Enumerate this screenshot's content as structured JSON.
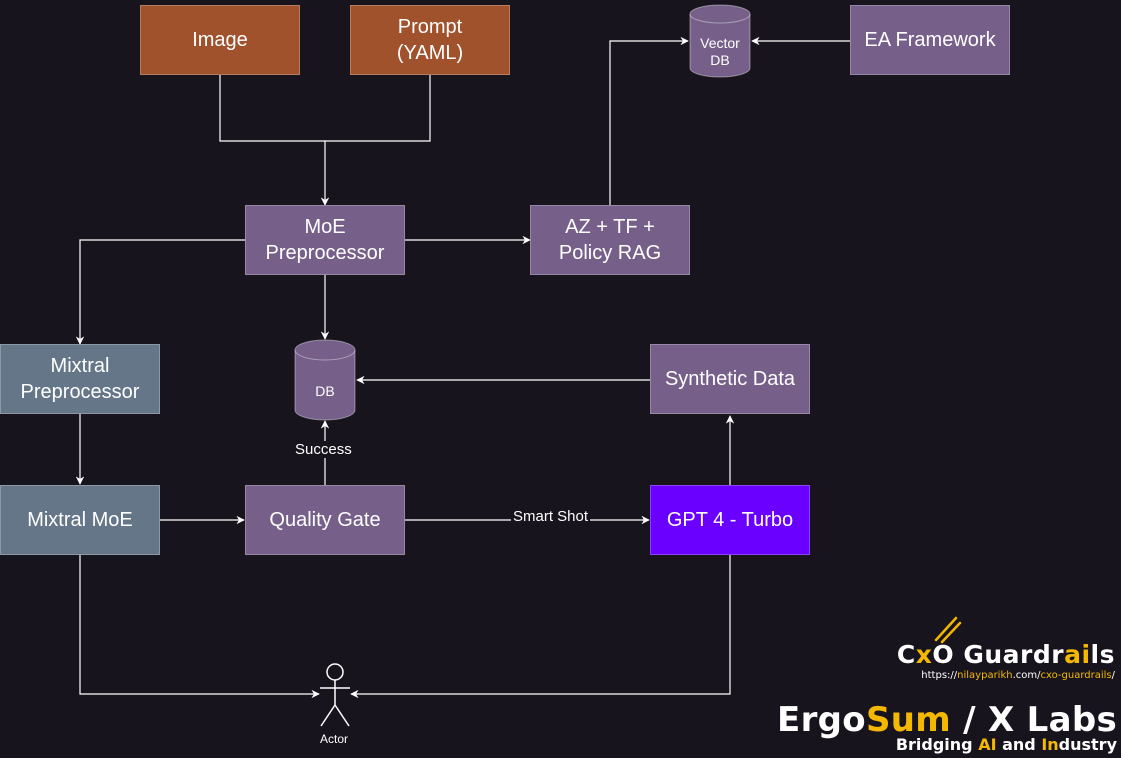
{
  "nodes": {
    "image": {
      "label": "Image"
    },
    "prompt": {
      "label": "Prompt\n(YAML)"
    },
    "ea_framework": {
      "label": "EA Framework"
    },
    "vector_db": {
      "label": "Vector\nDB"
    },
    "moe_preprocessor": {
      "label": "MoE\nPreprocessor"
    },
    "az_tf_policy": {
      "label": "AZ + TF +\nPolicy RAG"
    },
    "mixtral_preprocessor": {
      "label": "Mixtral\nPreprocessor"
    },
    "db": {
      "label": "DB"
    },
    "synthetic_data": {
      "label": "Synthetic Data"
    },
    "mixtral_moe": {
      "label": "Mixtral MoE"
    },
    "quality_gate": {
      "label": "Quality Gate"
    },
    "gpt4_turbo": {
      "label": "GPT 4 - Turbo"
    },
    "actor": {
      "label": "Actor"
    }
  },
  "edges": {
    "success": {
      "label": "Success"
    },
    "smart_shot": {
      "label": "Smart Shot"
    }
  },
  "branding": {
    "cxo_part1": "C",
    "cxo_part2": "x",
    "cxo_part3": "O Guardr",
    "cxo_part4": "ai",
    "cxo_part5": "ls",
    "url_part1": "https://",
    "url_part2": "nilayparikh",
    "url_part3": ".com/",
    "url_part4": "cxo-guardrails",
    "url_part5": "/",
    "ergo_part1": "Ergo",
    "ergo_part2": "Sum",
    "ergo_part3": " / X Labs",
    "tag_part1": "Bridging ",
    "tag_part2": "AI",
    "tag_part3": " and ",
    "tag_part4": "In",
    "tag_part5": "dustry"
  },
  "colors": {
    "background": "#18141d",
    "orange": "#a0522d",
    "purple": "#76608a",
    "slate": "#647687",
    "violet": "#6a00ff",
    "accent": "#f5b800"
  }
}
